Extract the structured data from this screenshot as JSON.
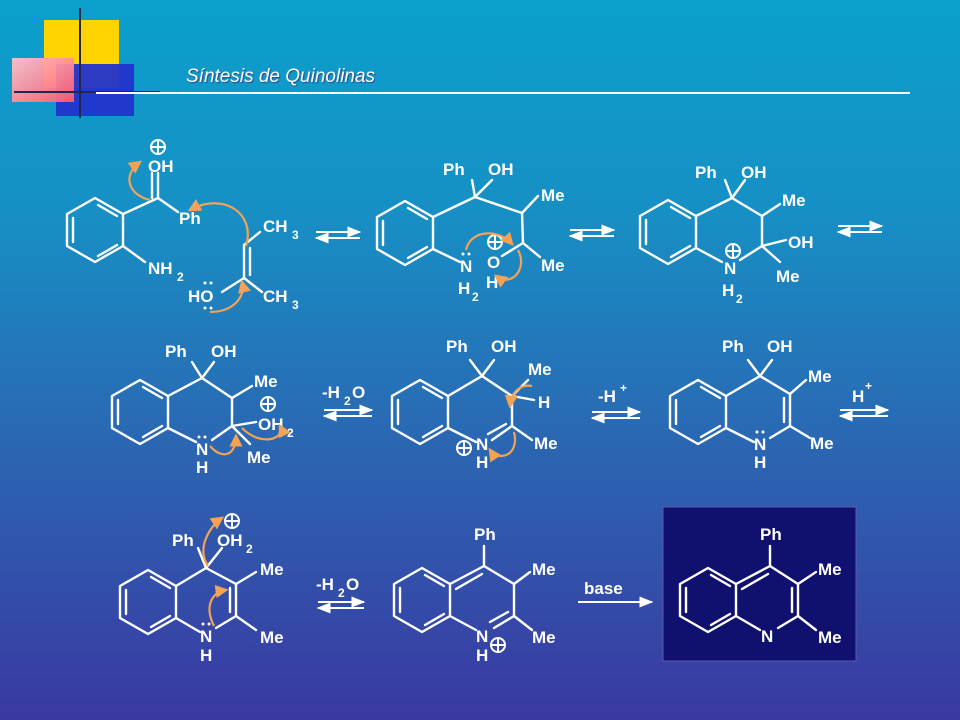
{
  "slide": {
    "title": "Síntesis de Quinolinas",
    "colors": {
      "background_top": "#0ba0cc",
      "background_bottom": "#3a38a2",
      "curly_arrow": "#f4a255",
      "product_box": "#10106e"
    }
  },
  "scheme": {
    "s1": {
      "OH": "OH",
      "Ph": "Ph",
      "NH": "NH",
      "sub2": "2",
      "HO": "HO",
      "CH": "CH",
      "sub3": "3"
    },
    "s2": {
      "Ph": "Ph",
      "OH": "OH",
      "Me": "Me",
      "N": "N",
      "O": "O",
      "H": "H",
      "sub2": "2"
    },
    "s3": {
      "Ph": "Ph",
      "OH": "OH",
      "Me": "Me",
      "N": "N",
      "H": "H",
      "sub2": "2"
    },
    "s4": {
      "Ph": "Ph",
      "OH": "OH",
      "Me": "Me",
      "N": "N",
      "H": "H",
      "sub2": "2"
    },
    "s5": {
      "Ph": "Ph",
      "OH": "OH",
      "Me": "Me",
      "N": "N",
      "H": "H"
    },
    "s6": {
      "Ph": "Ph",
      "OH": "OH",
      "Me": "Me",
      "N": "N",
      "H": "H"
    },
    "s7": {
      "Ph": "Ph",
      "OH": "OH",
      "Me": "Me",
      "N": "N",
      "H": "H",
      "sub2": "2"
    },
    "s8": {
      "Ph": "Ph",
      "Me": "Me",
      "N": "N",
      "H": "H"
    },
    "s9": {
      "Ph": "Ph",
      "Me": "Me",
      "N": "N"
    },
    "reagents": {
      "minus_h": "-H",
      "sub2": "2",
      "o": "O",
      "h": "H",
      "plus_sup": "+",
      "base": "base"
    }
  }
}
